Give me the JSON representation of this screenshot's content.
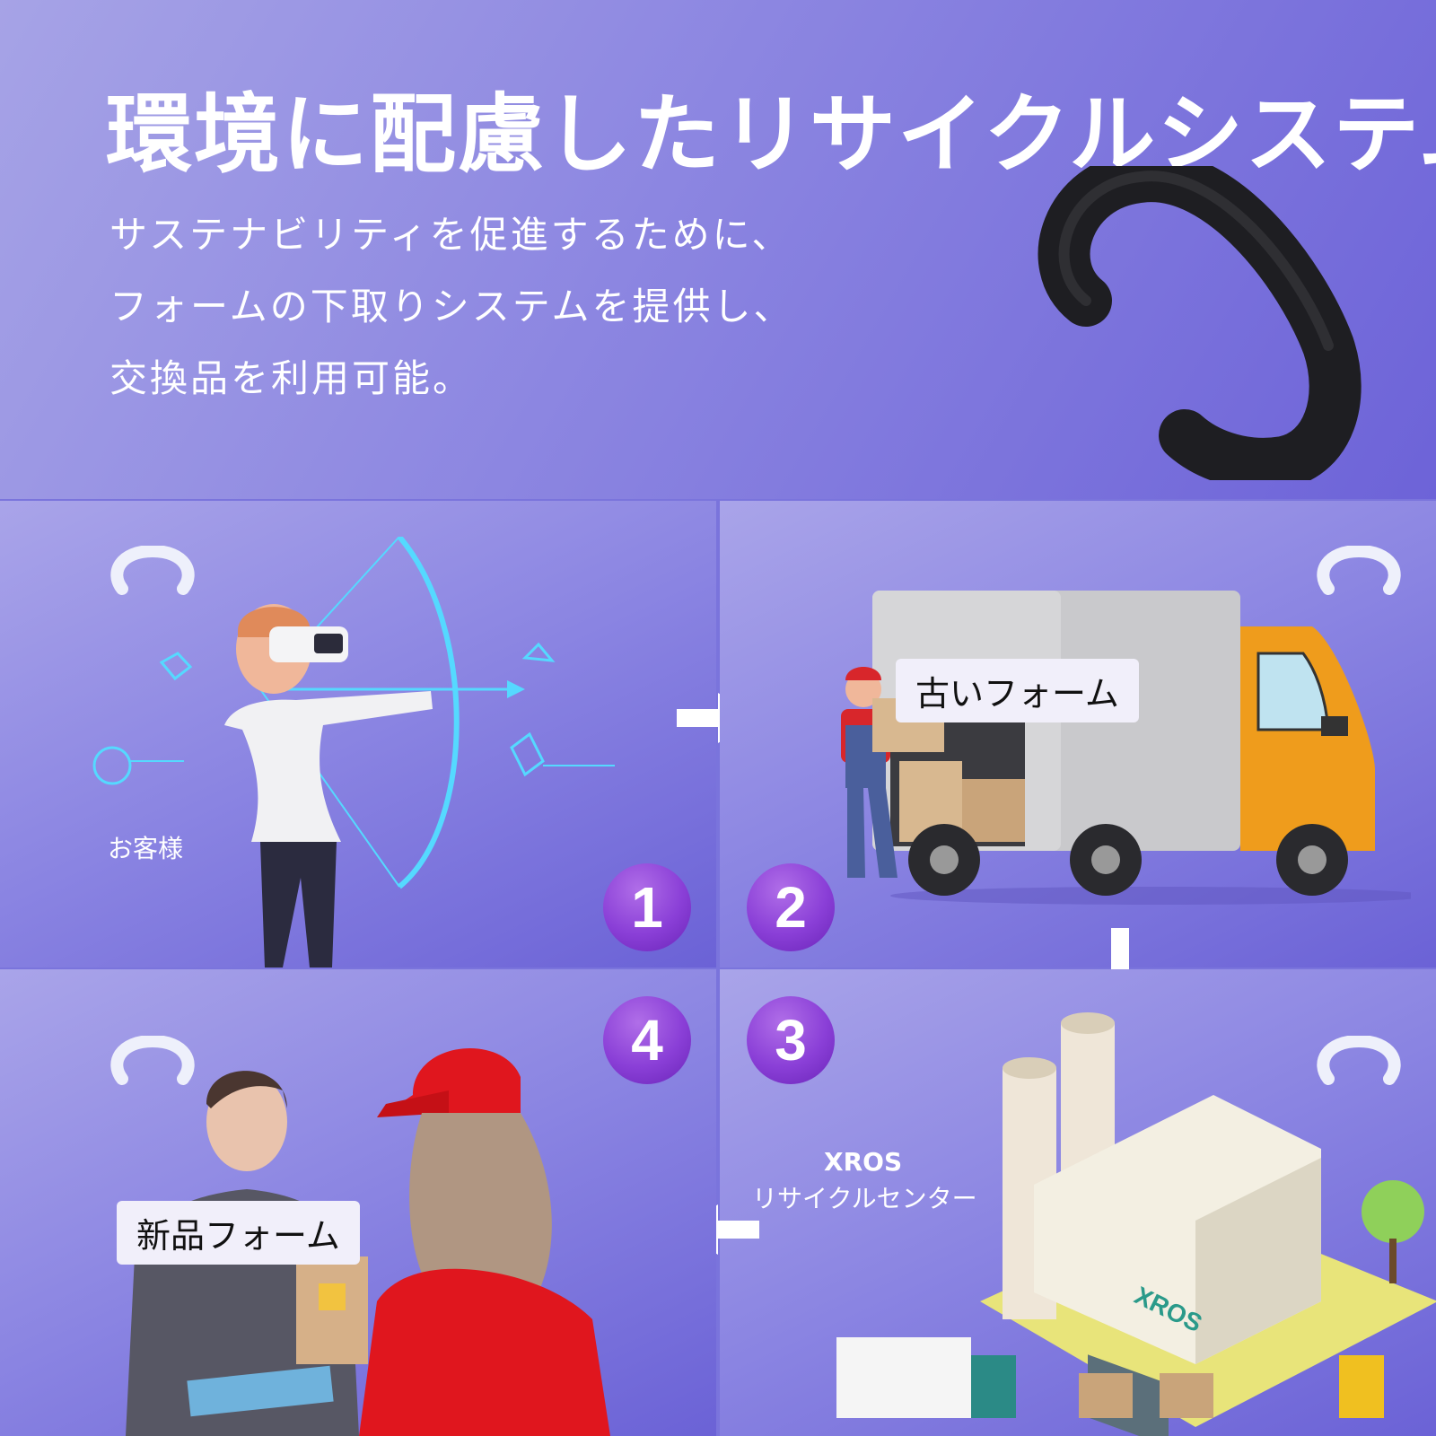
{
  "hero": {
    "title": "環境に配慮したリサイクルシステム",
    "lines": [
      "サステナビリティを促進するために、",
      "フォームの下取りシステムを提供し、",
      "交換品を利用可能。"
    ]
  },
  "steps": [
    {
      "number": "1",
      "caption": "お客様"
    },
    {
      "number": "2",
      "caption": "古いフォーム"
    },
    {
      "number": "3",
      "caption_brand": "XROS",
      "caption_center": "リサイクルセンター",
      "building_sign": "XROS"
    },
    {
      "number": "4",
      "caption": "新品フォーム"
    }
  ],
  "colors": {
    "accent": "#8a3fd7",
    "foam": "#1e1e22",
    "truck_orange": "#ef9c1c",
    "shirt_red": "#e0161e"
  }
}
